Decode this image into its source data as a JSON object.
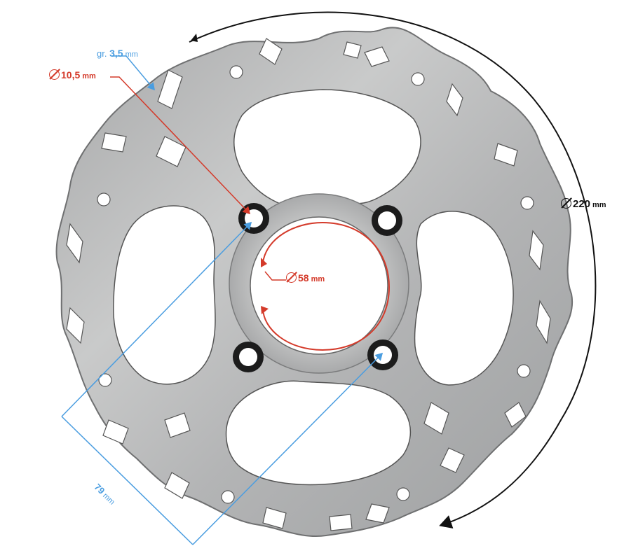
{
  "image": {
    "subject": "Wavy motorcycle brake disc rotor with dimension annotations",
    "colors": {
      "disc": "#b9babb",
      "blue": "#4a9de0",
      "red": "#d43a2a",
      "black": "#111111"
    },
    "icons": [
      "diameter-symbol-icon"
    ]
  },
  "annotations": {
    "thickness": {
      "prefix": "gr.",
      "value": "3,5",
      "unit": "mm"
    },
    "bolt_hole": {
      "value": "10,5",
      "unit": "mm"
    },
    "outer_diameter": {
      "value": "220",
      "unit": "mm"
    },
    "center_bore": {
      "value": "58",
      "unit": "mm"
    },
    "bolt_spacing": {
      "value": "79",
      "unit": "mm"
    }
  }
}
